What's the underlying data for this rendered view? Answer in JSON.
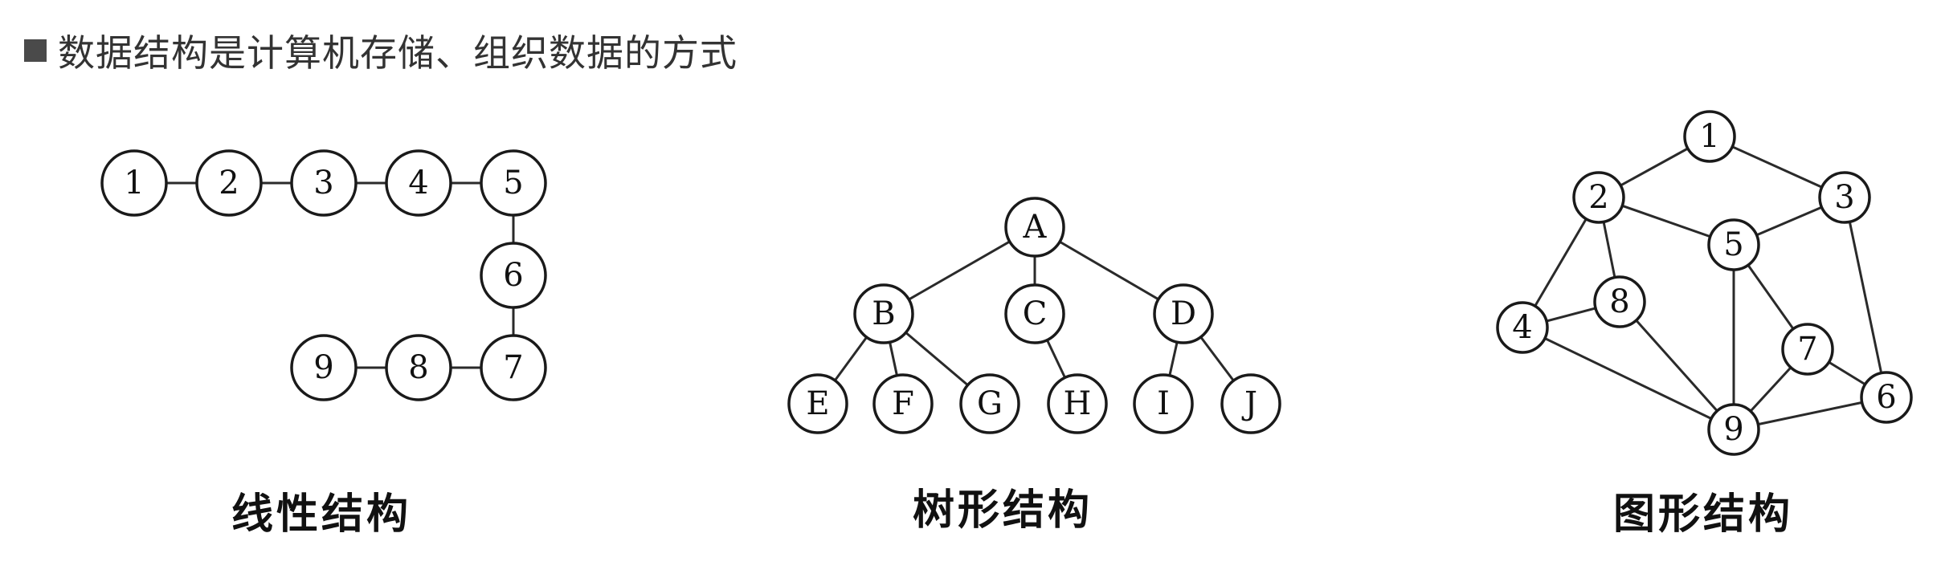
{
  "header": {
    "title": "数据结构是计算机存储、组织数据的方式"
  },
  "diagrams": {
    "linear": {
      "caption": "线性结构",
      "nodes": [
        "1",
        "2",
        "3",
        "4",
        "5",
        "6",
        "7",
        "8",
        "9"
      ]
    },
    "tree": {
      "caption": "树形结构",
      "nodes": [
        "A",
        "B",
        "C",
        "D",
        "E",
        "F",
        "G",
        "H",
        "I",
        "J"
      ]
    },
    "graph": {
      "caption": "图形结构",
      "nodes": [
        "1",
        "2",
        "3",
        "4",
        "5",
        "6",
        "7",
        "8",
        "9"
      ]
    }
  }
}
